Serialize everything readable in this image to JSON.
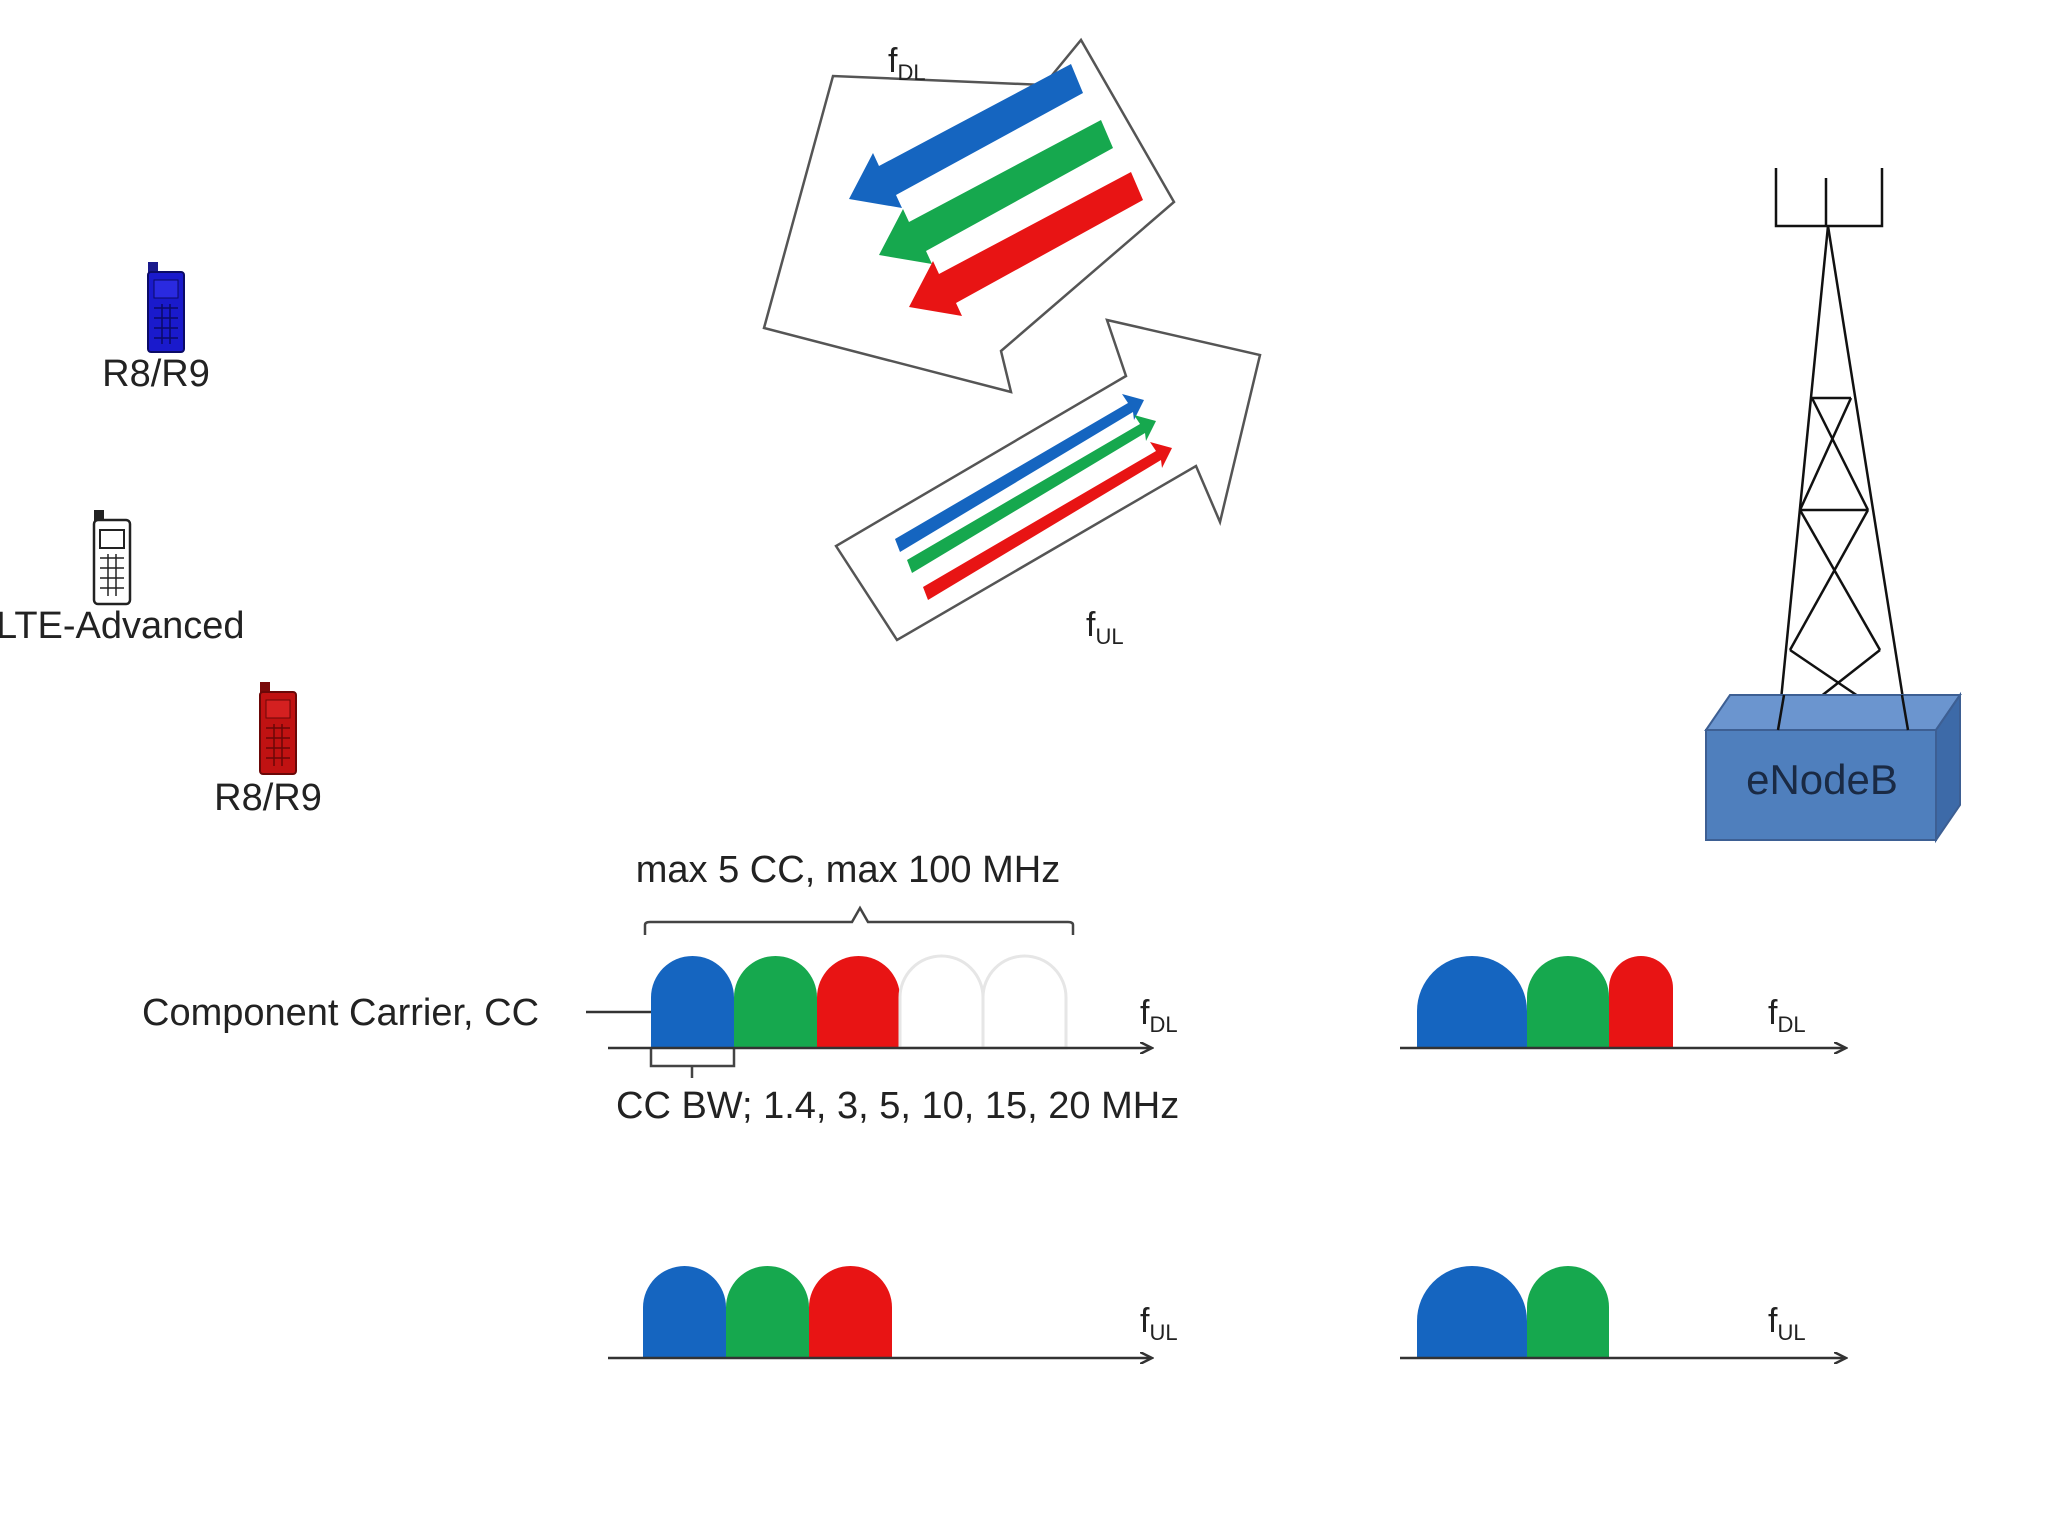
{
  "colors": {
    "blue": "#1565c0",
    "green": "#16a84e",
    "red": "#e81414",
    "enodeb_fill": "#4f7fbd",
    "enodeb_top": "#6b95cf",
    "enodeb_side": "#3d6aa8",
    "empty_slot": "#e6e6e6",
    "line": "#333333"
  },
  "devices": [
    {
      "label": "R8/R9",
      "color": "blue",
      "icon": "mobile-phone-icon"
    },
    {
      "label": "LTE-Advanced",
      "color": "white",
      "icon": "mobile-phone-icon"
    },
    {
      "label": "R8/R9",
      "color": "red",
      "icon": "mobile-phone-icon"
    }
  ],
  "links": {
    "downlink": {
      "f": "f",
      "sub": "DL",
      "carriers": [
        "blue",
        "green",
        "red"
      ]
    },
    "uplink": {
      "f": "f",
      "sub": "UL",
      "carriers": [
        "blue",
        "green",
        "red"
      ]
    }
  },
  "base_station": {
    "label": "eNodeB",
    "icon": "antenna-tower-icon"
  },
  "spectrum": {
    "max_label": "max 5 CC, max 100 MHz",
    "cc_label": "Component Carrier, CC",
    "bw_label": "CC BW; 1.4, 3, 5, 10, 15, 20 MHz",
    "axes": [
      {
        "id": "lte-dl",
        "f": "f",
        "sub": "DL",
        "carriers": [
          "blue",
          "green",
          "red"
        ],
        "empty_slots": 2
      },
      {
        "id": "lte-ul",
        "f": "f",
        "sub": "UL",
        "carriers": [
          "blue",
          "green",
          "red"
        ],
        "empty_slots": 0
      },
      {
        "id": "r8-dl",
        "f": "f",
        "sub": "DL",
        "carriers": [
          "blue",
          "green",
          "red"
        ],
        "empty_slots": 0
      },
      {
        "id": "r8-ul",
        "f": "f",
        "sub": "UL",
        "carriers": [
          "blue",
          "green"
        ],
        "empty_slots": 0
      }
    ]
  }
}
